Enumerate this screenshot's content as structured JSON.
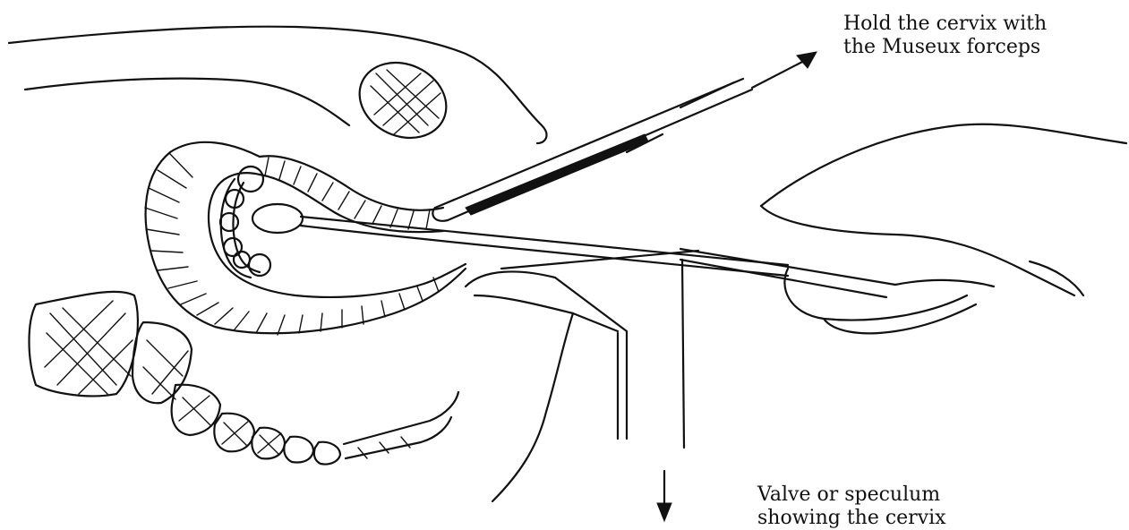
{
  "annotations": {
    "forceps": {
      "line1": "Hold the cervix with",
      "line2": "the Museux forceps"
    },
    "speculum": {
      "line1": "Valve or speculum",
      "line2": "showing the cervix"
    }
  },
  "colors": {
    "ink": "#111111",
    "background": "#ffffff"
  }
}
